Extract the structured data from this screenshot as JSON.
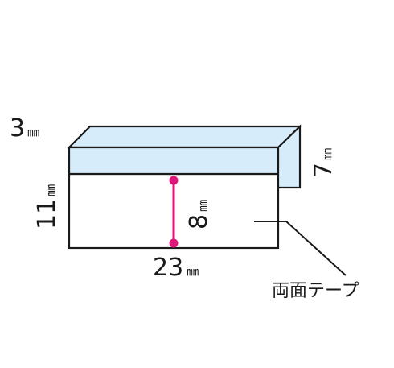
{
  "dimensions": {
    "depth_value": "3",
    "depth_unit": "㎜",
    "height_value": "11",
    "height_unit": "㎜",
    "width_value": "23",
    "width_unit": "㎜",
    "side_value": "7",
    "side_unit": "㎜",
    "inner_value": "8",
    "inner_unit": "㎜"
  },
  "callout": {
    "label": "両面テープ"
  },
  "colors": {
    "outline": "#1a1a1a",
    "tape_fill": "#d6ecfb",
    "body_fill": "#ffffff",
    "measure_line": "#e0157a"
  }
}
